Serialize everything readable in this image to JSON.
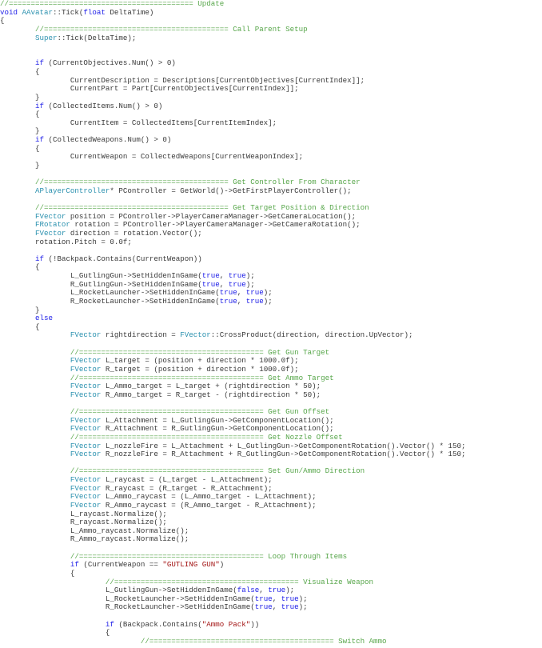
{
  "editor": {
    "colors": {
      "comment": "#57a64a",
      "keyword": "#2020e8",
      "type": "#2b91af",
      "string": "#a31515",
      "text": "#3a3a3a"
    },
    "lines": [
      [
        [
          "c",
          "//========================================== Update"
        ]
      ],
      [
        [
          "k",
          "void"
        ],
        " ",
        [
          "t",
          "AAvatar"
        ],
        "::Tick(",
        [
          "k",
          "float"
        ],
        " DeltaTime)"
      ],
      [
        "{"
      ],
      [
        "\t",
        [
          "c",
          "//========================================== Call Parent Setup"
        ]
      ],
      [
        "\t",
        [
          "t",
          "Super"
        ],
        "::Tick(DeltaTime);"
      ],
      [
        ""
      ],
      [
        ""
      ],
      [
        "\t",
        [
          "k",
          "if"
        ],
        " (CurrentObjectives.Num() > 0)"
      ],
      [
        "\t{"
      ],
      [
        "\t\tCurrentDescription = Descriptions[CurrentObjectives[CurrentIndex]];"
      ],
      [
        "\t\tCurrentPart = Part[CurrentObjectives[CurrentIndex]];"
      ],
      [
        "\t}"
      ],
      [
        "\t",
        [
          "k",
          "if"
        ],
        " (CollectedItems.Num() > 0)"
      ],
      [
        "\t{"
      ],
      [
        "\t\tCurrentItem = CollectedItems[CurrentItemIndex];"
      ],
      [
        "\t}"
      ],
      [
        "\t",
        [
          "k",
          "if"
        ],
        " (CollectedWeapons.Num() > 0)"
      ],
      [
        "\t{"
      ],
      [
        "\t\tCurrentWeapon = CollectedWeapons[CurrentWeaponIndex];"
      ],
      [
        "\t}"
      ],
      [
        ""
      ],
      [
        "\t",
        [
          "c",
          "//========================================== Get Controller From Character"
        ]
      ],
      [
        "\t",
        [
          "t",
          "APlayerController"
        ],
        "* PController = GetWorld()->GetFirstPlayerController();"
      ],
      [
        ""
      ],
      [
        "\t",
        [
          "c",
          "//========================================== Get Target Position & Direction"
        ]
      ],
      [
        "\t",
        [
          "t",
          "FVector"
        ],
        " position = PController->PlayerCameraManager->GetCameraLocation();"
      ],
      [
        "\t",
        [
          "t",
          "FRotator"
        ],
        " rotation = PController->PlayerCameraManager->GetCameraRotation();"
      ],
      [
        "\t",
        [
          "t",
          "FVector"
        ],
        " direction = rotation.Vector();"
      ],
      [
        "\trotation.Pitch = 0.0f;"
      ],
      [
        ""
      ],
      [
        "\t",
        [
          "k",
          "if"
        ],
        " (!Backpack.Contains(CurrentWeapon))"
      ],
      [
        "\t{"
      ],
      [
        "\t\tL_GutlingGun->SetHiddenInGame(",
        [
          "k",
          "true"
        ],
        ", ",
        [
          "k",
          "true"
        ],
        ");"
      ],
      [
        "\t\tR_GutlingGun->SetHiddenInGame(",
        [
          "k",
          "true"
        ],
        ", ",
        [
          "k",
          "true"
        ],
        ");"
      ],
      [
        "\t\tL_RocketLauncher->SetHiddenInGame(",
        [
          "k",
          "true"
        ],
        ", ",
        [
          "k",
          "true"
        ],
        ");"
      ],
      [
        "\t\tR_RocketLauncher->SetHiddenInGame(",
        [
          "k",
          "true"
        ],
        ", ",
        [
          "k",
          "true"
        ],
        ");"
      ],
      [
        "\t}"
      ],
      [
        "\t",
        [
          "k",
          "else"
        ]
      ],
      [
        "\t{"
      ],
      [
        "\t\t",
        [
          "t",
          "FVector"
        ],
        " rightdirection = ",
        [
          "t",
          "FVector"
        ],
        "::CrossProduct(direction, direction.UpVector);"
      ],
      [
        ""
      ],
      [
        "\t\t",
        [
          "c",
          "//========================================== Get Gun Target"
        ]
      ],
      [
        "\t\t",
        [
          "t",
          "FVector"
        ],
        " L_target = (position + direction * 1000.0f);"
      ],
      [
        "\t\t",
        [
          "t",
          "FVector"
        ],
        " R_target = (position + direction * 1000.0f);"
      ],
      [
        "\t\t",
        [
          "c",
          "//========================================== Get Ammo Target"
        ]
      ],
      [
        "\t\t",
        [
          "t",
          "FVector"
        ],
        " L_Ammo_target = L_target + (rightdirection * 50);"
      ],
      [
        "\t\t",
        [
          "t",
          "FVector"
        ],
        " R_Ammo_target = R_target - (rightdirection * 50);"
      ],
      [
        ""
      ],
      [
        "\t\t",
        [
          "c",
          "//========================================== Get Gun Offset"
        ]
      ],
      [
        "\t\t",
        [
          "t",
          "FVector"
        ],
        " L_Attachment = L_GutlingGun->GetComponentLocation();"
      ],
      [
        "\t\t",
        [
          "t",
          "FVector"
        ],
        " R_Attachment = R_GutlingGun->GetComponentLocation();"
      ],
      [
        "\t\t",
        [
          "c",
          "//========================================== Get Nozzle Offset"
        ]
      ],
      [
        "\t\t",
        [
          "t",
          "FVector"
        ],
        " L_nozzleFire = L_Attachment + L_GutlingGun->GetComponentRotation().Vector() * 150;"
      ],
      [
        "\t\t",
        [
          "t",
          "FVector"
        ],
        " R_nozzleFire = R_Attachment + R_GutlingGun->GetComponentRotation().Vector() * 150;"
      ],
      [
        ""
      ],
      [
        "\t\t",
        [
          "c",
          "//========================================== Set Gun/Ammo Direction"
        ]
      ],
      [
        "\t\t",
        [
          "t",
          "FVector"
        ],
        " L_raycast = (L_target - L_Attachment);"
      ],
      [
        "\t\t",
        [
          "t",
          "FVector"
        ],
        " R_raycast = (R_target - R_Attachment);"
      ],
      [
        "\t\t",
        [
          "t",
          "FVector"
        ],
        " L_Ammo_raycast = (L_Ammo_target - L_Attachment);"
      ],
      [
        "\t\t",
        [
          "t",
          "FVector"
        ],
        " R_Ammo_raycast = (R_Ammo_target - R_Attachment);"
      ],
      [
        "\t\tL_raycast.Normalize();"
      ],
      [
        "\t\tR_raycast.Normalize();"
      ],
      [
        "\t\tL_Ammo_raycast.Normalize();"
      ],
      [
        "\t\tR_Ammo_raycast.Normalize();"
      ],
      [
        ""
      ],
      [
        "\t\t",
        [
          "c",
          "//========================================== Loop Through Items"
        ]
      ],
      [
        "\t\t",
        [
          "k",
          "if"
        ],
        " (CurrentWeapon == ",
        [
          "s",
          "\"GUTLING GUN\""
        ],
        ")"
      ],
      [
        "\t\t{"
      ],
      [
        "\t\t\t",
        [
          "c",
          "//========================================== Visualize Weapon"
        ]
      ],
      [
        "\t\t\tL_GutlingGun->SetHiddenInGame(",
        [
          "k",
          "false"
        ],
        ", ",
        [
          "k",
          "true"
        ],
        ");"
      ],
      [
        "\t\t\tL_RocketLauncher->SetHiddenInGame(",
        [
          "k",
          "true"
        ],
        ", ",
        [
          "k",
          "true"
        ],
        ");"
      ],
      [
        "\t\t\tR_RocketLauncher->SetHiddenInGame(",
        [
          "k",
          "true"
        ],
        ", ",
        [
          "k",
          "true"
        ],
        ");"
      ],
      [
        ""
      ],
      [
        "\t\t\t",
        [
          "k",
          "if"
        ],
        " (Backpack.Contains(",
        [
          "s",
          "\"Ammo Pack\""
        ],
        "))"
      ],
      [
        "\t\t\t{"
      ],
      [
        "\t\t\t\t",
        [
          "c",
          "//========================================== Switch Ammo"
        ]
      ]
    ]
  }
}
